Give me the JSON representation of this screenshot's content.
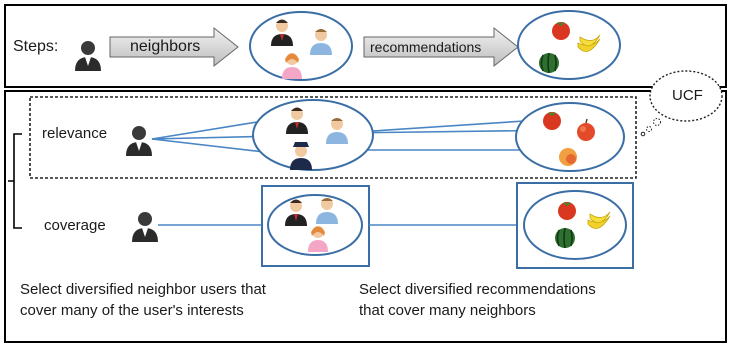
{
  "steps": {
    "label": "Steps:",
    "arrow1_label": "neighbors",
    "arrow2_label": "recommendations"
  },
  "callout": {
    "label": "UCF"
  },
  "rows": {
    "relevance_label": "relevance",
    "coverage_label": "coverage"
  },
  "captions": {
    "left_line1": "Select diversified neighbor users that",
    "left_line2": "cover many of the user's interests",
    "right_line1": "Select diversified recommendations",
    "right_line2": "that cover many neighbors"
  },
  "colors": {
    "ellipse_stroke": "#3a6ea5",
    "line_stroke": "#4a86c5",
    "arrow_fill": "#d9d9d9",
    "frame": "#000000"
  }
}
